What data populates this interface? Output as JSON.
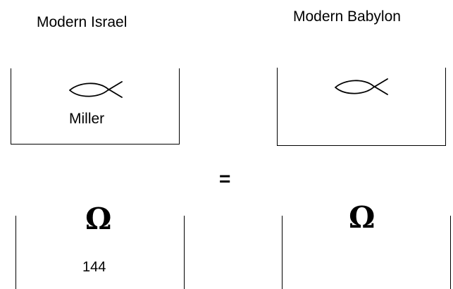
{
  "headings": {
    "left": "Modern Israel",
    "right": "Modern Babylon"
  },
  "top_boxes": {
    "left": {
      "icon": "ichthys-fish-icon",
      "label": "Miller"
    },
    "right": {
      "icon": "ichthys-fish-icon",
      "label": ""
    }
  },
  "operator": "=",
  "bottom_boxes": {
    "left": {
      "symbol": "Ω",
      "label": "144"
    },
    "right": {
      "symbol": "Ω",
      "label": ""
    }
  }
}
